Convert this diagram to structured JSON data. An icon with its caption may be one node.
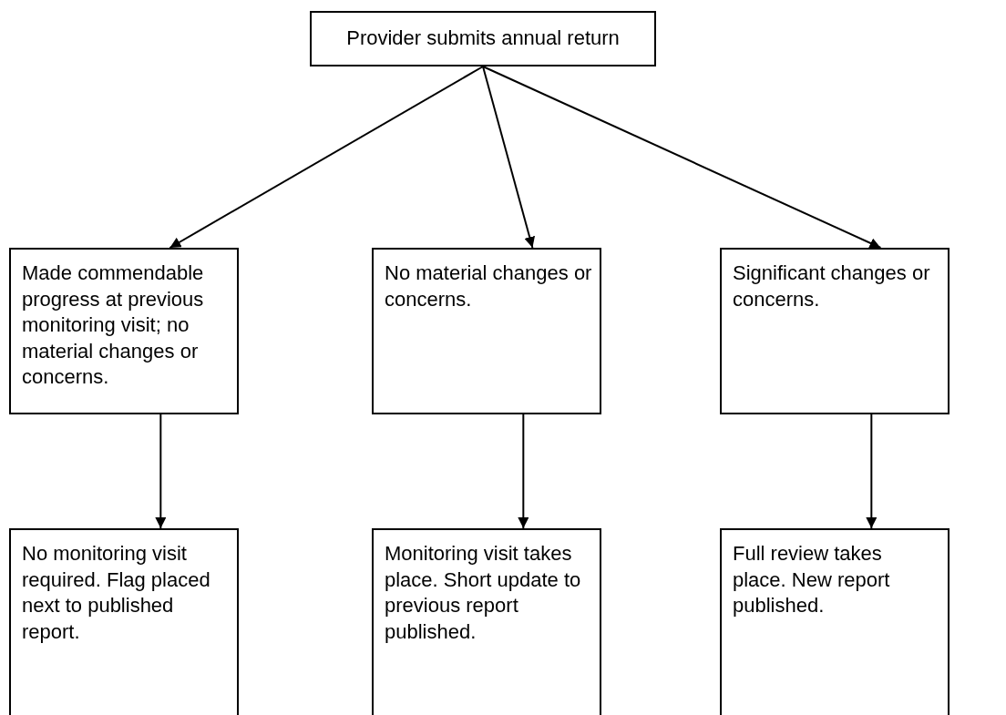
{
  "diagram": {
    "nodes": [
      {
        "text": [
          "Provider submits annual return"
        ]
      },
      {
        "text": [
          "Made commendable progress at previous monitoring visit; no material changes or concerns."
        ]
      },
      {
        "text": [
          "No material changes or concerns."
        ]
      },
      {
        "text": [
          "Significant changes or concerns."
        ]
      },
      {
        "text": [
          "No monitoring visit required. Flag placed next to published report."
        ]
      },
      {
        "text": [
          "Monitoring visit takes place. Short update to previous report published."
        ]
      },
      {
        "text": [
          "Full review takes place. New report published."
        ]
      }
    ],
    "edges": [
      {
        "from": 0,
        "to": 1,
        "arrow": "to"
      },
      {
        "from": 0,
        "to": 2,
        "arrow": "to"
      },
      {
        "from": 0,
        "to": 3,
        "arrow": "to"
      },
      {
        "from": 1,
        "to": 4,
        "arrow": "to"
      },
      {
        "from": 2,
        "to": 5,
        "arrow": "to"
      },
      {
        "from": 3,
        "to": 6,
        "arrow": "to"
      }
    ]
  }
}
